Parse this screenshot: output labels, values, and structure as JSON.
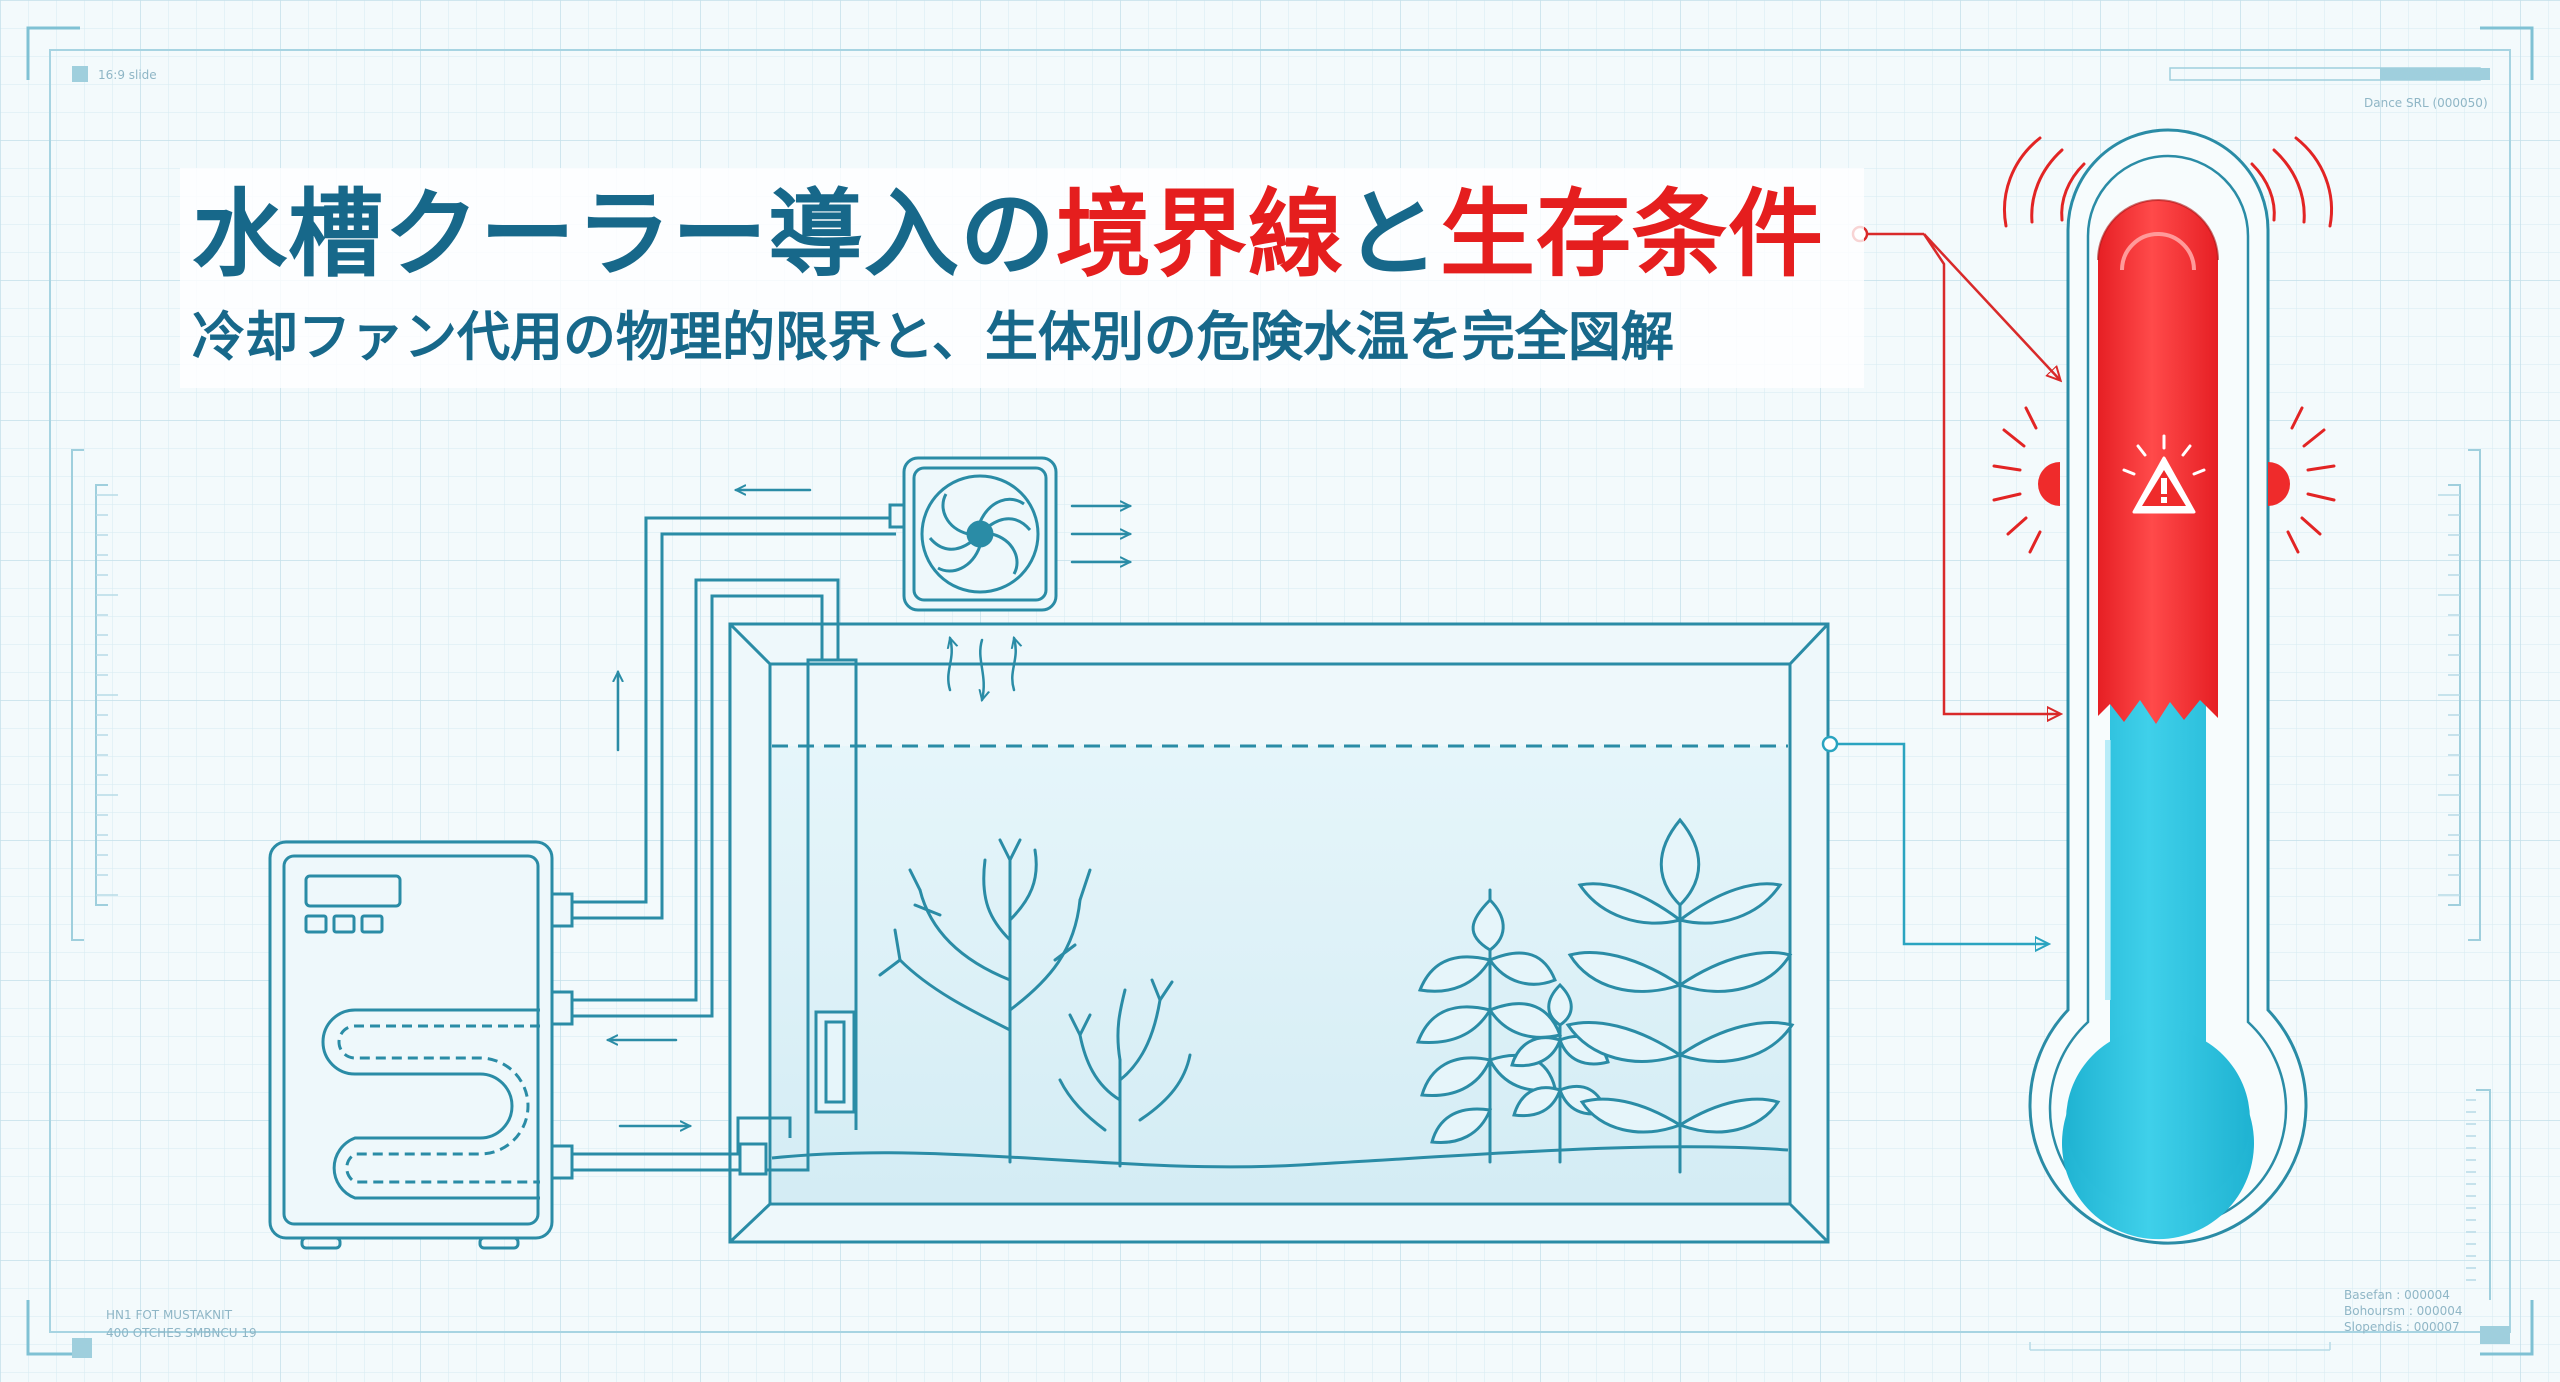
{
  "title": {
    "part1": "水槽クーラー導入の",
    "part2": "境界線",
    "part3": "と",
    "part4": "生存条件",
    "accent_color": "#e51e1e",
    "main_color": "#17688a"
  },
  "subtitle": "冷却ファン代用の物理的限界と、生体別の危険水温を完全図解",
  "frame_labels": {
    "top_left": "16:9 slide",
    "top_right": "Dance SRL (000050)",
    "bottom_left_1": "HN1 FOT MUSTAKNIT",
    "bottom_left_2": "400 OTCHES SMBNCU 19",
    "bottom_right_1": "Basefan : 000004",
    "bottom_right_2": "Bohoursm : 000004",
    "bottom_right_3": "Slopendis : 000007"
  },
  "colors": {
    "line": "#2a8ca6",
    "grid": "#cfe6ee",
    "hot": "#ef2b2b",
    "cold": "#27bcd8",
    "water": "#d9f0f7"
  },
  "icons": [
    "fan-icon",
    "warning-icon",
    "chiller-display-icon"
  ]
}
